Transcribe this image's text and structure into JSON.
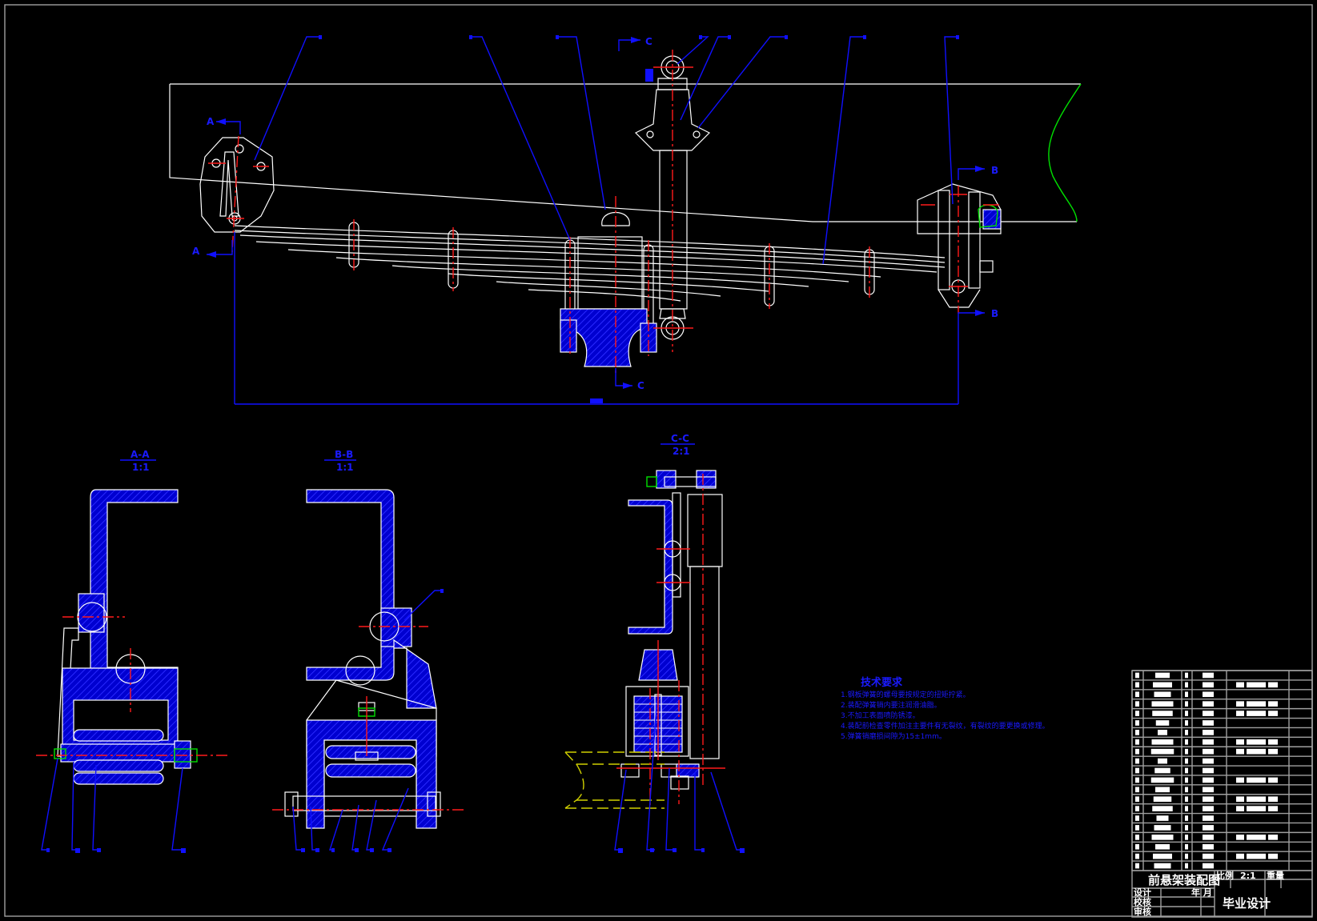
{
  "drawing": {
    "title": "前悬架装配图",
    "scale_label": "比例",
    "scale_value": "2:1",
    "weight_label": "重量",
    "design_label": "设计",
    "check_label": "校核",
    "review_label": "审核",
    "date_label": "年 月",
    "project": "毕业设计",
    "colors": {
      "background": "#000000",
      "outline": "#ffffff",
      "hatch": "#0000ff",
      "centerline": "#ff0000",
      "thread": "#00e000",
      "annotation": "#1a1aff",
      "phantom": "#d0d000"
    }
  },
  "sections": [
    {
      "name": "A-A",
      "scale": "1:1"
    },
    {
      "name": "B-B",
      "scale": "1:1"
    },
    {
      "name": "C-C",
      "scale": "2:1"
    }
  ],
  "section_markers": {
    "a": "A",
    "b": "B",
    "c": "C"
  },
  "technical_requirements": {
    "heading": "技术要求",
    "items": [
      "1.钢板弹簧的螺母要按规定的扭矩拧紧。",
      "2.装配弹簧销内要注润滑油脂。",
      "3.不加工表面喷防锈漆。",
      "4.装配前检查零件加注主要件有无裂纹，有裂纹的要更换或修理。",
      "5.弹簧销磨损间隙为15±1mm。"
    ]
  },
  "parts_list": {
    "row_count": 21,
    "note": "parts list entries rendered as illegible blocks"
  }
}
